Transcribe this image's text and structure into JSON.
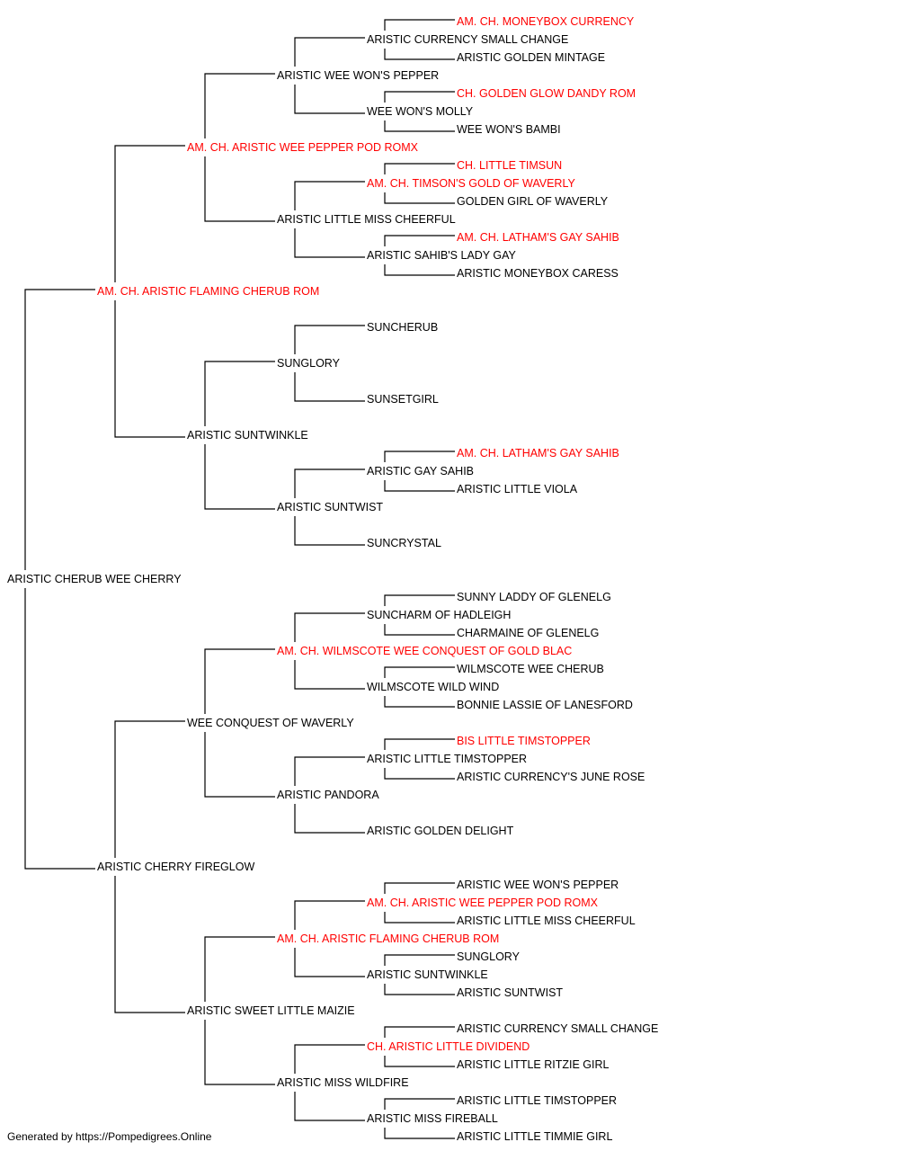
{
  "colors": {
    "champion": "#ff0000",
    "normal": "#000000",
    "line": "#000000"
  },
  "dogs": [
    {
      "name": "ARISTIC CHERUB WEE CHERRY",
      "gen": 0,
      "row": 32,
      "champion": false
    },
    {
      "name": "AM. CH. ARISTIC FLAMING CHERUB ROM",
      "gen": 1,
      "row": 16,
      "champion": true
    },
    {
      "name": "ARISTIC CHERRY FIREGLOW",
      "gen": 1,
      "row": 48,
      "champion": false
    },
    {
      "name": "AM. CH. ARISTIC WEE PEPPER POD ROMX",
      "gen": 2,
      "row": 8,
      "champion": true
    },
    {
      "name": "ARISTIC SUNTWINKLE",
      "gen": 2,
      "row": 24,
      "champion": false
    },
    {
      "name": "WEE CONQUEST OF WAVERLY",
      "gen": 2,
      "row": 40,
      "champion": false
    },
    {
      "name": "ARISTIC SWEET LITTLE MAIZIE",
      "gen": 2,
      "row": 56,
      "champion": false
    },
    {
      "name": "ARISTIC WEE WON'S PEPPER",
      "gen": 3,
      "row": 4,
      "champion": false
    },
    {
      "name": "ARISTIC LITTLE MISS CHEERFUL",
      "gen": 3,
      "row": 12,
      "champion": false
    },
    {
      "name": "SUNGLORY",
      "gen": 3,
      "row": 20,
      "champion": false
    },
    {
      "name": "ARISTIC SUNTWIST",
      "gen": 3,
      "row": 28,
      "champion": false
    },
    {
      "name": "AM. CH. WILMSCOTE WEE CONQUEST OF GOLD BLAC",
      "gen": 3,
      "row": 36,
      "champion": true
    },
    {
      "name": "ARISTIC PANDORA",
      "gen": 3,
      "row": 44,
      "champion": false
    },
    {
      "name": "AM. CH. ARISTIC FLAMING CHERUB ROM",
      "gen": 3,
      "row": 52,
      "champion": true
    },
    {
      "name": "ARISTIC MISS WILDFIRE",
      "gen": 3,
      "row": 60,
      "champion": false
    },
    {
      "name": "ARISTIC CURRENCY SMALL CHANGE",
      "gen": 4,
      "row": 2,
      "champion": false
    },
    {
      "name": "WEE WON'S MOLLY",
      "gen": 4,
      "row": 6,
      "champion": false
    },
    {
      "name": "AM. CH. TIMSON'S GOLD OF WAVERLY",
      "gen": 4,
      "row": 10,
      "champion": true
    },
    {
      "name": "ARISTIC SAHIB'S LADY GAY",
      "gen": 4,
      "row": 14,
      "champion": false
    },
    {
      "name": "SUNCHERUB",
      "gen": 4,
      "row": 18,
      "champion": false
    },
    {
      "name": "SUNSETGIRL",
      "gen": 4,
      "row": 22,
      "champion": false
    },
    {
      "name": "ARISTIC GAY SAHIB",
      "gen": 4,
      "row": 26,
      "champion": false
    },
    {
      "name": "SUNCRYSTAL",
      "gen": 4,
      "row": 30,
      "champion": false
    },
    {
      "name": "SUNCHARM OF HADLEIGH",
      "gen": 4,
      "row": 34,
      "champion": false
    },
    {
      "name": "WILMSCOTE WILD WIND",
      "gen": 4,
      "row": 38,
      "champion": false
    },
    {
      "name": "ARISTIC LITTLE TIMSTOPPER",
      "gen": 4,
      "row": 42,
      "champion": false
    },
    {
      "name": "ARISTIC GOLDEN DELIGHT",
      "gen": 4,
      "row": 46,
      "champion": false
    },
    {
      "name": "AM. CH. ARISTIC WEE PEPPER POD ROMX",
      "gen": 4,
      "row": 50,
      "champion": true
    },
    {
      "name": "ARISTIC SUNTWINKLE",
      "gen": 4,
      "row": 54,
      "champion": false
    },
    {
      "name": "CH. ARISTIC LITTLE DIVIDEND",
      "gen": 4,
      "row": 58,
      "champion": true
    },
    {
      "name": "ARISTIC MISS FIREBALL",
      "gen": 4,
      "row": 62,
      "champion": false
    },
    {
      "name": "AM. CH. MONEYBOX CURRENCY",
      "gen": 5,
      "row": 1,
      "champion": true
    },
    {
      "name": "ARISTIC GOLDEN MINTAGE",
      "gen": 5,
      "row": 3,
      "champion": false
    },
    {
      "name": "CH. GOLDEN GLOW DANDY ROM",
      "gen": 5,
      "row": 5,
      "champion": true
    },
    {
      "name": "WEE WON'S BAMBI",
      "gen": 5,
      "row": 7,
      "champion": false
    },
    {
      "name": "CH. LITTLE TIMSUN",
      "gen": 5,
      "row": 9,
      "champion": true
    },
    {
      "name": "GOLDEN GIRL OF WAVERLY",
      "gen": 5,
      "row": 11,
      "champion": false
    },
    {
      "name": "AM. CH. LATHAM'S GAY SAHIB",
      "gen": 5,
      "row": 13,
      "champion": true
    },
    {
      "name": "ARISTIC MONEYBOX CARESS",
      "gen": 5,
      "row": 15,
      "champion": false
    },
    {
      "name": "AM. CH. LATHAM'S GAY SAHIB",
      "gen": 5,
      "row": 25,
      "champion": true
    },
    {
      "name": "ARISTIC LITTLE VIOLA",
      "gen": 5,
      "row": 27,
      "champion": false
    },
    {
      "name": "SUNNY LADDY OF GLENELG",
      "gen": 5,
      "row": 33,
      "champion": false
    },
    {
      "name": "CHARMAINE OF GLENELG",
      "gen": 5,
      "row": 35,
      "champion": false
    },
    {
      "name": "WILMSCOTE WEE CHERUB",
      "gen": 5,
      "row": 37,
      "champion": false
    },
    {
      "name": "BONNIE LASSIE OF LANESFORD",
      "gen": 5,
      "row": 39,
      "champion": false
    },
    {
      "name": "BIS LITTLE TIMSTOPPER",
      "gen": 5,
      "row": 41,
      "champion": true
    },
    {
      "name": "ARISTIC CURRENCY'S JUNE ROSE",
      "gen": 5,
      "row": 43,
      "champion": false
    },
    {
      "name": "ARISTIC WEE WON'S PEPPER",
      "gen": 5,
      "row": 49,
      "champion": false
    },
    {
      "name": "ARISTIC LITTLE MISS CHEERFUL",
      "gen": 5,
      "row": 51,
      "champion": false
    },
    {
      "name": "SUNGLORY",
      "gen": 5,
      "row": 53,
      "champion": false
    },
    {
      "name": "ARISTIC SUNTWIST",
      "gen": 5,
      "row": 55,
      "champion": false
    },
    {
      "name": "ARISTIC CURRENCY SMALL CHANGE",
      "gen": 5,
      "row": 57,
      "champion": false
    },
    {
      "name": "ARISTIC LITTLE RITZIE GIRL",
      "gen": 5,
      "row": 59,
      "champion": false
    },
    {
      "name": "ARISTIC LITTLE TIMSTOPPER",
      "gen": 5,
      "row": 61,
      "champion": false
    },
    {
      "name": "ARISTIC LITTLE TIMMIE GIRL",
      "gen": 5,
      "row": 63,
      "champion": false
    }
  ],
  "links": [
    [
      0,
      32,
      1,
      16
    ],
    [
      0,
      32,
      1,
      48
    ],
    [
      1,
      16,
      2,
      8
    ],
    [
      1,
      16,
      2,
      24
    ],
    [
      1,
      48,
      2,
      40
    ],
    [
      1,
      48,
      2,
      56
    ],
    [
      2,
      8,
      3,
      4
    ],
    [
      2,
      8,
      3,
      12
    ],
    [
      2,
      24,
      3,
      20
    ],
    [
      2,
      24,
      3,
      28
    ],
    [
      2,
      40,
      3,
      36
    ],
    [
      2,
      40,
      3,
      44
    ],
    [
      2,
      56,
      3,
      52
    ],
    [
      2,
      56,
      3,
      60
    ],
    [
      3,
      4,
      4,
      2
    ],
    [
      3,
      4,
      4,
      6
    ],
    [
      3,
      12,
      4,
      10
    ],
    [
      3,
      12,
      4,
      14
    ],
    [
      3,
      20,
      4,
      18
    ],
    [
      3,
      20,
      4,
      22
    ],
    [
      3,
      28,
      4,
      26
    ],
    [
      3,
      28,
      4,
      30
    ],
    [
      3,
      36,
      4,
      34
    ],
    [
      3,
      36,
      4,
      38
    ],
    [
      3,
      44,
      4,
      42
    ],
    [
      3,
      44,
      4,
      46
    ],
    [
      3,
      52,
      4,
      50
    ],
    [
      3,
      52,
      4,
      54
    ],
    [
      3,
      60,
      4,
      58
    ],
    [
      3,
      60,
      4,
      62
    ],
    [
      4,
      2,
      5,
      1
    ],
    [
      4,
      2,
      5,
      3
    ],
    [
      4,
      6,
      5,
      5
    ],
    [
      4,
      6,
      5,
      7
    ],
    [
      4,
      10,
      5,
      9
    ],
    [
      4,
      10,
      5,
      11
    ],
    [
      4,
      14,
      5,
      13
    ],
    [
      4,
      14,
      5,
      15
    ],
    [
      4,
      26,
      5,
      25
    ],
    [
      4,
      26,
      5,
      27
    ],
    [
      4,
      34,
      5,
      33
    ],
    [
      4,
      34,
      5,
      35
    ],
    [
      4,
      38,
      5,
      37
    ],
    [
      4,
      38,
      5,
      39
    ],
    [
      4,
      42,
      5,
      41
    ],
    [
      4,
      42,
      5,
      43
    ],
    [
      4,
      50,
      5,
      49
    ],
    [
      4,
      50,
      5,
      51
    ],
    [
      4,
      54,
      5,
      53
    ],
    [
      4,
      54,
      5,
      55
    ],
    [
      4,
      58,
      5,
      57
    ],
    [
      4,
      58,
      5,
      59
    ],
    [
      4,
      62,
      5,
      61
    ],
    [
      4,
      62,
      5,
      63
    ]
  ],
  "footer": "Generated by https://Pompedigrees.Online"
}
